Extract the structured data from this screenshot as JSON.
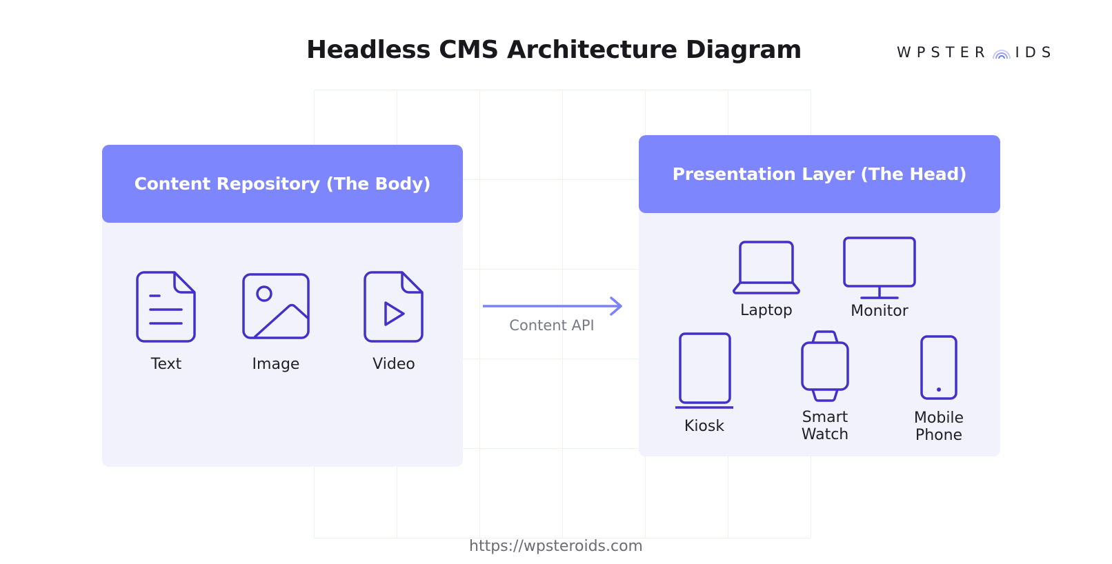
{
  "title": "Headless CMS Architecture Diagram",
  "brand": {
    "text_before": "WPSTER",
    "text_after": "IDS",
    "mark_icon": "arch-logo-mark",
    "color": "#1d1d24"
  },
  "colors": {
    "accent": "#7e86fe",
    "panel_bg": "#f2f2fd",
    "icon_stroke": "#4330c9",
    "arrow": "#7b82f5"
  },
  "content_repository": {
    "heading": "Content Repository (The Body)",
    "items": [
      {
        "label": "Text",
        "icon": "text-document-icon"
      },
      {
        "label": "Image",
        "icon": "image-icon"
      },
      {
        "label": "Video",
        "icon": "video-file-icon"
      }
    ]
  },
  "connector": {
    "label": "Content API",
    "icon": "arrow-right-icon"
  },
  "presentation_layer": {
    "heading": "Presentation Layer (The Head)",
    "items": [
      {
        "label": "Laptop",
        "icon": "laptop-icon"
      },
      {
        "label": "Monitor",
        "icon": "monitor-icon"
      },
      {
        "label": "Kiosk",
        "icon": "kiosk-icon"
      },
      {
        "label": "Smart Watch",
        "icon": "smart-watch-icon"
      },
      {
        "label": "Mobile Phone",
        "icon": "mobile-phone-icon"
      }
    ]
  },
  "footer": {
    "url": "https://wpsteroids.com"
  }
}
